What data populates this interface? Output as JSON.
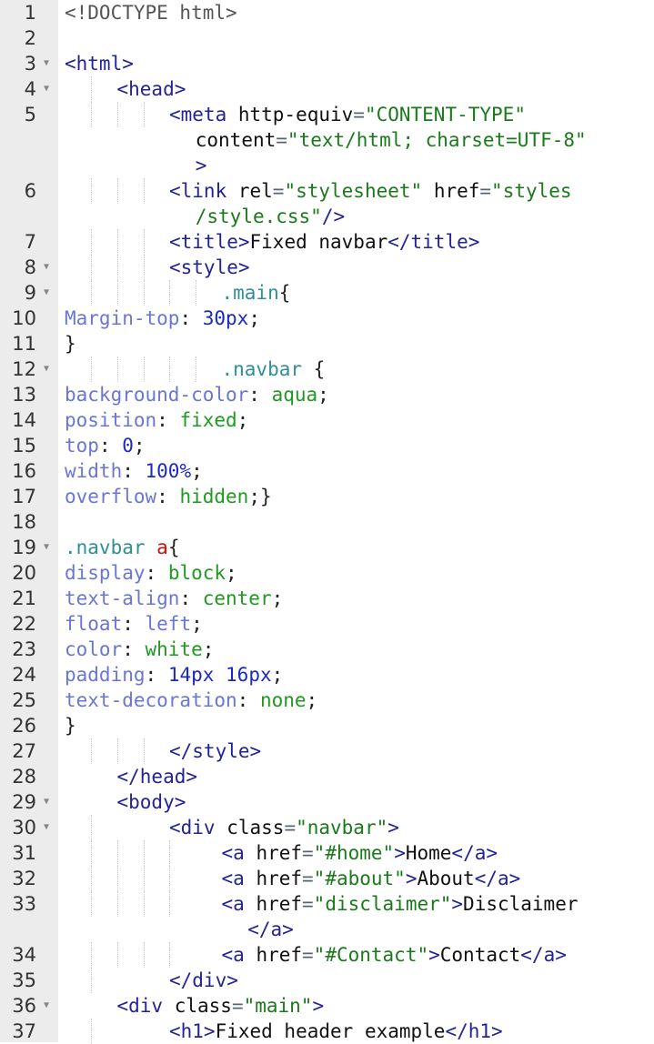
{
  "editor": {
    "language": "html",
    "gutter": {
      "line_numbers": [
        "1",
        "2",
        "3",
        "4",
        "5",
        "",
        "",
        "6",
        "",
        "7",
        "8",
        "9",
        "10",
        "11",
        "12",
        "13",
        "14",
        "15",
        "16",
        "17",
        "18",
        "19",
        "20",
        "21",
        "22",
        "23",
        "24",
        "25",
        "26",
        "27",
        "28",
        "29",
        "30",
        "31",
        "32",
        "33",
        "",
        "34",
        "35",
        "36",
        "37"
      ],
      "foldable_lines": [
        3,
        4,
        8,
        9,
        12,
        19,
        29,
        30,
        36
      ],
      "fold_icon": "triangle-down-icon"
    },
    "lines": [
      {
        "n": "1",
        "tokens": [
          {
            "t": "<!DOCTYPE html>",
            "c": "doctype"
          }
        ]
      },
      {
        "n": "2",
        "tokens": []
      },
      {
        "n": "3",
        "tokens": [
          {
            "t": "<html>",
            "c": "tag"
          }
        ]
      },
      {
        "n": "4",
        "tokens": [
          {
            "t": "<head>",
            "c": "tag"
          }
        ]
      },
      {
        "n": "5",
        "tokens": [
          {
            "t": "<meta",
            "c": "tag"
          },
          {
            "t": " http-equiv",
            "c": "attr"
          },
          {
            "t": "=",
            "c": "eq"
          },
          {
            "t": "\"CONTENT-TYPE\"",
            "c": "str"
          }
        ]
      },
      {
        "n": "5-wrap1",
        "tokens": [
          {
            "t": "content",
            "c": "attr"
          },
          {
            "t": "=",
            "c": "eq"
          },
          {
            "t": "\"text/html; charset=UTF-8\"",
            "c": "str"
          }
        ]
      },
      {
        "n": "5-wrap2",
        "tokens": [
          {
            "t": ">",
            "c": "tag"
          }
        ]
      },
      {
        "n": "6",
        "tokens": [
          {
            "t": "<link",
            "c": "tag"
          },
          {
            "t": " rel",
            "c": "attr"
          },
          {
            "t": "=",
            "c": "eq"
          },
          {
            "t": "\"stylesheet\"",
            "c": "str"
          },
          {
            "t": " href",
            "c": "attr"
          },
          {
            "t": "=",
            "c": "eq"
          },
          {
            "t": "\"styles",
            "c": "str"
          }
        ]
      },
      {
        "n": "6-wrap1",
        "tokens": [
          {
            "t": "/style.css\"",
            "c": "str"
          },
          {
            "t": "/>",
            "c": "tag"
          }
        ]
      },
      {
        "n": "7",
        "tokens": [
          {
            "t": "<title>",
            "c": "tag"
          },
          {
            "t": "Fixed navbar",
            "c": "txt"
          },
          {
            "t": "</title>",
            "c": "tag"
          }
        ]
      },
      {
        "n": "8",
        "tokens": [
          {
            "t": "<style>",
            "c": "tag"
          }
        ]
      },
      {
        "n": "9",
        "tokens": [
          {
            "t": ".main",
            "c": "sel"
          },
          {
            "t": "{",
            "c": "punct"
          }
        ]
      },
      {
        "n": "10",
        "tokens": [
          {
            "t": "Margin-top",
            "c": "prop"
          },
          {
            "t": ": ",
            "c": "punct"
          },
          {
            "t": "30px",
            "c": "val-num"
          },
          {
            "t": ";",
            "c": "punct"
          }
        ]
      },
      {
        "n": "11",
        "tokens": [
          {
            "t": "}",
            "c": "punct"
          }
        ]
      },
      {
        "n": "12",
        "tokens": [
          {
            "t": ".navbar",
            "c": "sel"
          },
          {
            "t": " {",
            "c": "punct"
          }
        ]
      },
      {
        "n": "13",
        "tokens": [
          {
            "t": "background-color",
            "c": "prop"
          },
          {
            "t": ": ",
            "c": "punct"
          },
          {
            "t": "aqua",
            "c": "val-kw"
          },
          {
            "t": ";",
            "c": "punct"
          }
        ]
      },
      {
        "n": "14",
        "tokens": [
          {
            "t": "position",
            "c": "prop"
          },
          {
            "t": ": ",
            "c": "punct"
          },
          {
            "t": "fixed",
            "c": "val-kw"
          },
          {
            "t": ";",
            "c": "punct"
          }
        ]
      },
      {
        "n": "15",
        "tokens": [
          {
            "t": "top",
            "c": "prop"
          },
          {
            "t": ": ",
            "c": "punct"
          },
          {
            "t": "0",
            "c": "val-num"
          },
          {
            "t": ";",
            "c": "punct"
          }
        ]
      },
      {
        "n": "16",
        "tokens": [
          {
            "t": "width",
            "c": "prop"
          },
          {
            "t": ": ",
            "c": "punct"
          },
          {
            "t": "100%",
            "c": "val-num"
          },
          {
            "t": ";",
            "c": "punct"
          }
        ]
      },
      {
        "n": "17",
        "tokens": [
          {
            "t": "overflow",
            "c": "prop"
          },
          {
            "t": ": ",
            "c": "punct"
          },
          {
            "t": "hidden",
            "c": "val-kw"
          },
          {
            "t": ";}",
            "c": "punct"
          }
        ]
      },
      {
        "n": "18",
        "tokens": []
      },
      {
        "n": "19",
        "tokens": [
          {
            "t": ".navbar ",
            "c": "sel"
          },
          {
            "t": "a",
            "c": "elem-sel"
          },
          {
            "t": "{",
            "c": "punct"
          }
        ]
      },
      {
        "n": "20",
        "tokens": [
          {
            "t": "display",
            "c": "prop"
          },
          {
            "t": ": ",
            "c": "punct"
          },
          {
            "t": "block",
            "c": "val-kw"
          },
          {
            "t": ";",
            "c": "punct"
          }
        ]
      },
      {
        "n": "21",
        "tokens": [
          {
            "t": "text-align",
            "c": "prop"
          },
          {
            "t": ": ",
            "c": "punct"
          },
          {
            "t": "center",
            "c": "val-kw"
          },
          {
            "t": ";",
            "c": "punct"
          }
        ]
      },
      {
        "n": "22",
        "tokens": [
          {
            "t": "float",
            "c": "prop"
          },
          {
            "t": ": ",
            "c": "punct"
          },
          {
            "t": "left",
            "c": "prop"
          },
          {
            "t": ";",
            "c": "punct"
          }
        ]
      },
      {
        "n": "23",
        "tokens": [
          {
            "t": "color",
            "c": "prop"
          },
          {
            "t": ": ",
            "c": "punct"
          },
          {
            "t": "white",
            "c": "val-kw"
          },
          {
            "t": ";",
            "c": "punct"
          }
        ]
      },
      {
        "n": "24",
        "tokens": [
          {
            "t": "padding",
            "c": "prop"
          },
          {
            "t": ": ",
            "c": "punct"
          },
          {
            "t": "14px 16px",
            "c": "val-num"
          },
          {
            "t": ";",
            "c": "punct"
          }
        ]
      },
      {
        "n": "25",
        "tokens": [
          {
            "t": "text-decoration",
            "c": "prop"
          },
          {
            "t": ": ",
            "c": "punct"
          },
          {
            "t": "none",
            "c": "val-kw"
          },
          {
            "t": ";",
            "c": "punct"
          }
        ]
      },
      {
        "n": "26",
        "tokens": [
          {
            "t": "}",
            "c": "punct"
          }
        ]
      },
      {
        "n": "27",
        "tokens": [
          {
            "t": "</style>",
            "c": "tag"
          }
        ]
      },
      {
        "n": "28",
        "tokens": [
          {
            "t": "</head>",
            "c": "tag"
          }
        ]
      },
      {
        "n": "29",
        "tokens": [
          {
            "t": "<body>",
            "c": "tag"
          }
        ]
      },
      {
        "n": "30",
        "tokens": [
          {
            "t": "<div",
            "c": "tag"
          },
          {
            "t": " class",
            "c": "attr"
          },
          {
            "t": "=",
            "c": "eq"
          },
          {
            "t": "\"navbar\"",
            "c": "str"
          },
          {
            "t": ">",
            "c": "tag"
          }
        ]
      },
      {
        "n": "31",
        "tokens": [
          {
            "t": "<a",
            "c": "tag"
          },
          {
            "t": " href",
            "c": "attr"
          },
          {
            "t": "=",
            "c": "eq"
          },
          {
            "t": "\"#home\"",
            "c": "str"
          },
          {
            "t": ">",
            "c": "tag"
          },
          {
            "t": "Home",
            "c": "txt"
          },
          {
            "t": "</a>",
            "c": "tag"
          }
        ]
      },
      {
        "n": "32",
        "tokens": [
          {
            "t": "<a",
            "c": "tag"
          },
          {
            "t": " href",
            "c": "attr"
          },
          {
            "t": "=",
            "c": "eq"
          },
          {
            "t": "\"#about\"",
            "c": "str"
          },
          {
            "t": ">",
            "c": "tag"
          },
          {
            "t": "About",
            "c": "txt"
          },
          {
            "t": "</a>",
            "c": "tag"
          }
        ]
      },
      {
        "n": "33",
        "tokens": [
          {
            "t": "<a",
            "c": "tag"
          },
          {
            "t": " href",
            "c": "attr"
          },
          {
            "t": "=",
            "c": "eq"
          },
          {
            "t": "\"disclaimer\"",
            "c": "str"
          },
          {
            "t": ">",
            "c": "tag"
          },
          {
            "t": "Disclaimer",
            "c": "txt"
          }
        ]
      },
      {
        "n": "33-wrap1",
        "tokens": [
          {
            "t": "</a>",
            "c": "tag"
          }
        ]
      },
      {
        "n": "34",
        "tokens": [
          {
            "t": "<a",
            "c": "tag"
          },
          {
            "t": " href",
            "c": "attr"
          },
          {
            "t": "=",
            "c": "eq"
          },
          {
            "t": "\"#Contact\"",
            "c": "str"
          },
          {
            "t": ">",
            "c": "tag"
          },
          {
            "t": "Contact",
            "c": "txt"
          },
          {
            "t": "</a>",
            "c": "tag"
          }
        ]
      },
      {
        "n": "35",
        "tokens": [
          {
            "t": "</div>",
            "c": "tag"
          }
        ]
      },
      {
        "n": "36",
        "tokens": [
          {
            "t": "<div",
            "c": "tag"
          },
          {
            "t": " class",
            "c": "attr"
          },
          {
            "t": "=",
            "c": "eq"
          },
          {
            "t": "\"main\"",
            "c": "str"
          },
          {
            "t": ">",
            "c": "tag"
          }
        ]
      },
      {
        "n": "37",
        "tokens": [
          {
            "t": "<h1>",
            "c": "tag"
          },
          {
            "t": "Fixed header example",
            "c": "txt"
          },
          {
            "t": "</h1>",
            "c": "tag"
          }
        ]
      }
    ],
    "colors": {
      "gutter_bg": "#ececec",
      "editor_bg": "#ffffff",
      "tag": "#22229a",
      "string": "#1a7a1a",
      "css_property": "#6a75d8",
      "css_selector": "#2f8f99",
      "css_number": "#1a28c8",
      "css_keyword": "#1f9a1f",
      "element_selector": "#cc1111"
    }
  }
}
